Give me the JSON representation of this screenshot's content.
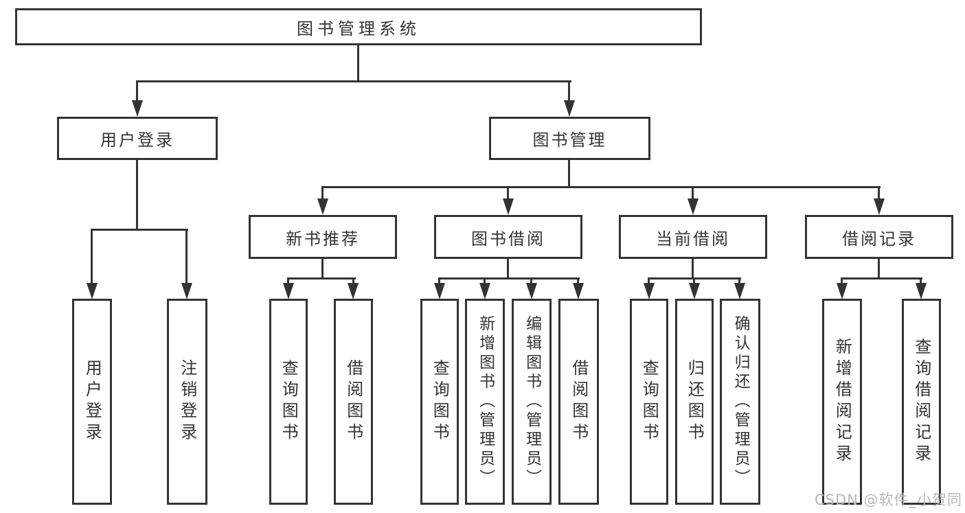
{
  "colors": {
    "line": "#333333",
    "text": "#333333",
    "background": "#ffffff",
    "watermark": "#b8b8b8"
  },
  "diagram": {
    "root": {
      "label": "图书管理系统"
    },
    "level2": {
      "user_login": {
        "label": "用户登录"
      },
      "book_management": {
        "label": "图书管理"
      }
    },
    "level3": {
      "new_book_recommend": {
        "label": "新书推荐"
      },
      "book_borrow": {
        "label": "图书借阅"
      },
      "current_borrow": {
        "label": "当前借阅"
      },
      "borrow_record": {
        "label": "借阅记录"
      }
    },
    "leaves": {
      "user_login": {
        "label": "用户登录"
      },
      "logout": {
        "label": "注销登录"
      },
      "recommend_query_book": {
        "label": "查询图书"
      },
      "recommend_borrow_book": {
        "label": "借阅图书"
      },
      "borrow_query_book": {
        "label": "查询图书"
      },
      "borrow_add_book": {
        "label": "新增图书（管理员）"
      },
      "borrow_edit_book": {
        "label": "编辑图书（管理员）"
      },
      "borrow_borrow_book": {
        "label": "借阅图书"
      },
      "current_query_book": {
        "label": "查询图书"
      },
      "current_return_book": {
        "label": "归还图书"
      },
      "current_confirm_return": {
        "label": "确认归还（管理员）"
      },
      "record_add_record": {
        "label": "新增借阅记录"
      },
      "record_query_record": {
        "label": "查询借阅记录"
      }
    },
    "watermark": "CSDN @软件_小贺同学"
  }
}
